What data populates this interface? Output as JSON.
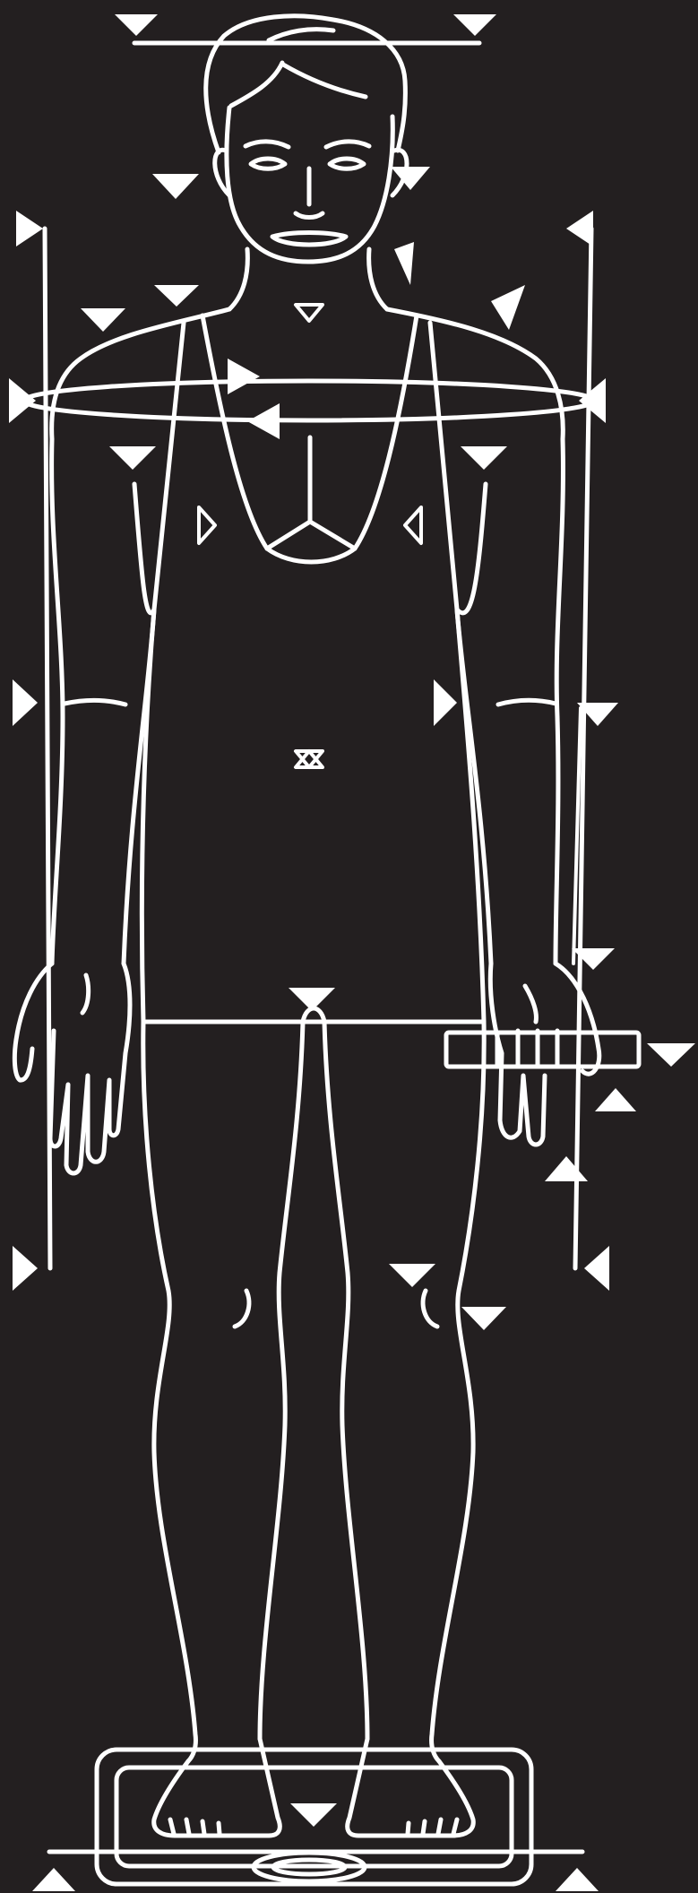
{
  "figure": {
    "background": "#231f20",
    "line_color": "#ffffff",
    "subject": "standing-human-figure",
    "landmark_marker": "triangle-arrow-icon",
    "measurement_lines": [
      "head-height-line",
      "chest-circumference-ellipse",
      "left-height-line",
      "right-height-line",
      "floor-line"
    ],
    "props": [
      "handgrip-dynamometer-icon",
      "platform-scale-icon"
    ]
  }
}
